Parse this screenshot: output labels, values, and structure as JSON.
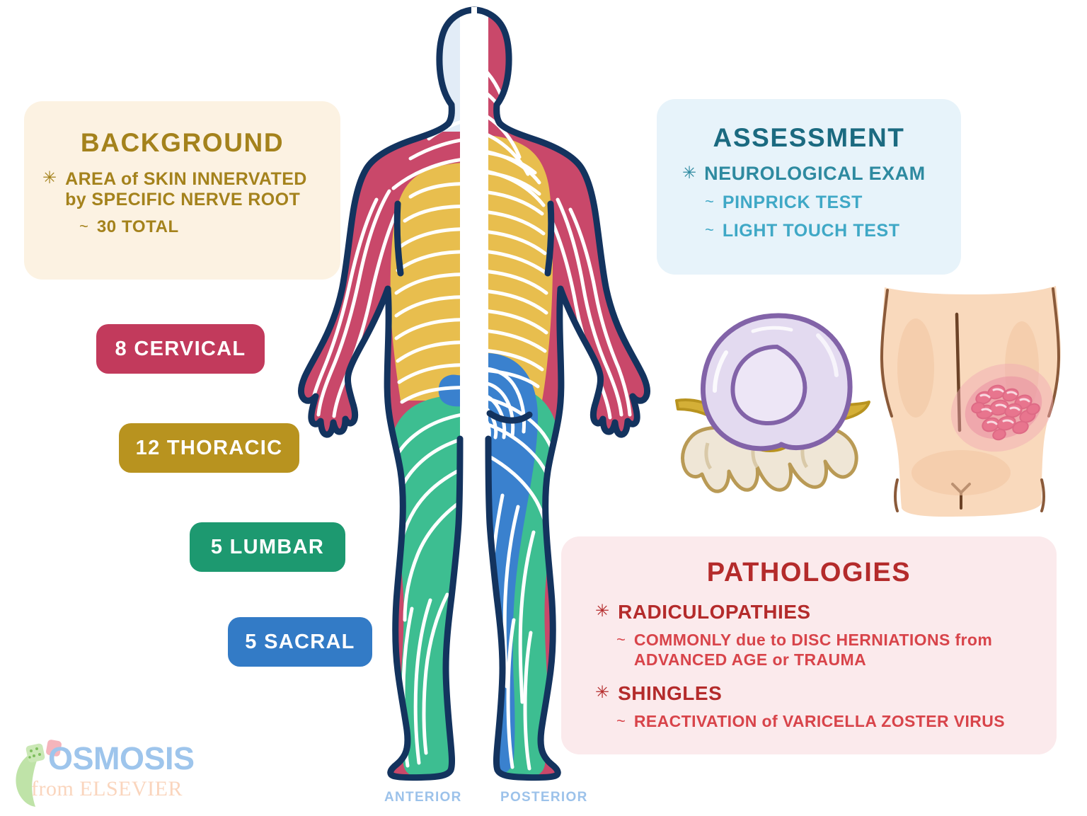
{
  "background_panel": {
    "title": "BACKGROUND",
    "star": "✳",
    "tilde": "~",
    "bullet_1_line_1": "AREA of SKIN INNERVATED",
    "bullet_1_line_2": "by SPECIFIC NERVE ROOT",
    "sub_1": "30 TOTAL",
    "bg_color": "#FCF2E2",
    "text_color": "#A4821C"
  },
  "assessment_panel": {
    "title": "ASSESSMENT",
    "star": "✳",
    "tilde": "~",
    "bullet_1": "NEUROLOGICAL EXAM",
    "sub_1": "PINPRICK TEST",
    "sub_2": "LIGHT TOUCH TEST",
    "bg_color": "#E7F3FA",
    "title_color": "#1B6A80",
    "text_color": "#2E8AA0"
  },
  "pathologies_panel": {
    "title": "PATHOLOGIES",
    "star": "✳",
    "tilde": "~",
    "bullet_1": "RADICULOPATHIES",
    "sub_1_line_1": "COMMONLY due to DISC HERNIATIONS from",
    "sub_1_line_2": "ADVANCED AGE or TRAUMA",
    "bullet_2": "SHINGLES",
    "sub_2": "REACTIVATION of VARICELLA ZOSTER VIRUS",
    "bg_color": "#FBEAEC",
    "title_color": "#B42B2B",
    "text_color": "#D8444A"
  },
  "legend": {
    "items": [
      {
        "label": "8 CERVICAL",
        "color": "#C23A5C",
        "count": 8,
        "region": "cervical"
      },
      {
        "label": "12 THORACIC",
        "color": "#B8931F",
        "count": 12,
        "region": "thoracic"
      },
      {
        "label": "5 LUMBAR",
        "color": "#1D9970",
        "count": 5,
        "region": "lumbar"
      },
      {
        "label": "5 SACRAL",
        "color": "#337BC6",
        "count": 5,
        "region": "sacral"
      }
    ]
  },
  "body_diagram": {
    "anterior_label": "ANTERIOR",
    "posterior_label": "POSTERIOR",
    "outline_color": "#13335E",
    "face_color": "#E2ECF7",
    "stripe_color": "#FFFFFF",
    "region_colors": {
      "cervical": "#C9486A",
      "thoracic": "#E8BE4E",
      "lumbar": "#3DBE91",
      "sacral": "#3A81CE"
    }
  },
  "disc_illustration": {
    "name": "herniated-intervertebral-disc",
    "disc_color": "#E3DAF0",
    "disc_outline": "#8263A8",
    "nerve_color": "#D4AF37",
    "bone_color": "#EFE6D6",
    "bone_outline": "#B99A55"
  },
  "shingles_illustration": {
    "name": "shingles-rash-on-back",
    "skin_color": "#F9D9BC",
    "outline_color": "#8A5A3A",
    "rash_color": "#E8758E"
  },
  "logo": {
    "wordmark": "OSMOSIS",
    "subtext": "from ELSEVIER",
    "wordmark_color": "#9EC5EC",
    "subtext_color": "#FAD5BD"
  }
}
